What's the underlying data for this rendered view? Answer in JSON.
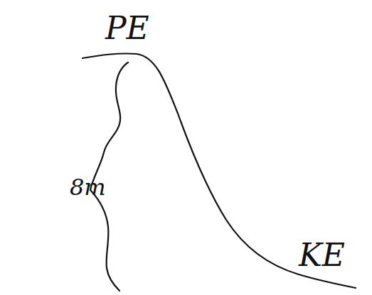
{
  "diagram": {
    "labels": [
      "PE",
      "8m",
      "KE"
    ]
  }
}
